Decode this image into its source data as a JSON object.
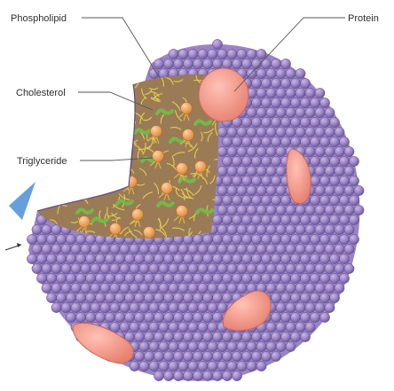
{
  "labels": {
    "phospholipid": "Phospholipid",
    "protein": "Protein",
    "cholesterol": "Cholesterol",
    "triglyceride": "Triglyceride"
  },
  "colors": {
    "shell": "#9b84c6",
    "shell_stroke": "#5d4a87",
    "interior": "#9a7b55",
    "lipid_tail": "#e3cd52",
    "triglyceride": "#f0a85c",
    "cholesterol": "#74b84a",
    "protein": "#f29c8c"
  }
}
